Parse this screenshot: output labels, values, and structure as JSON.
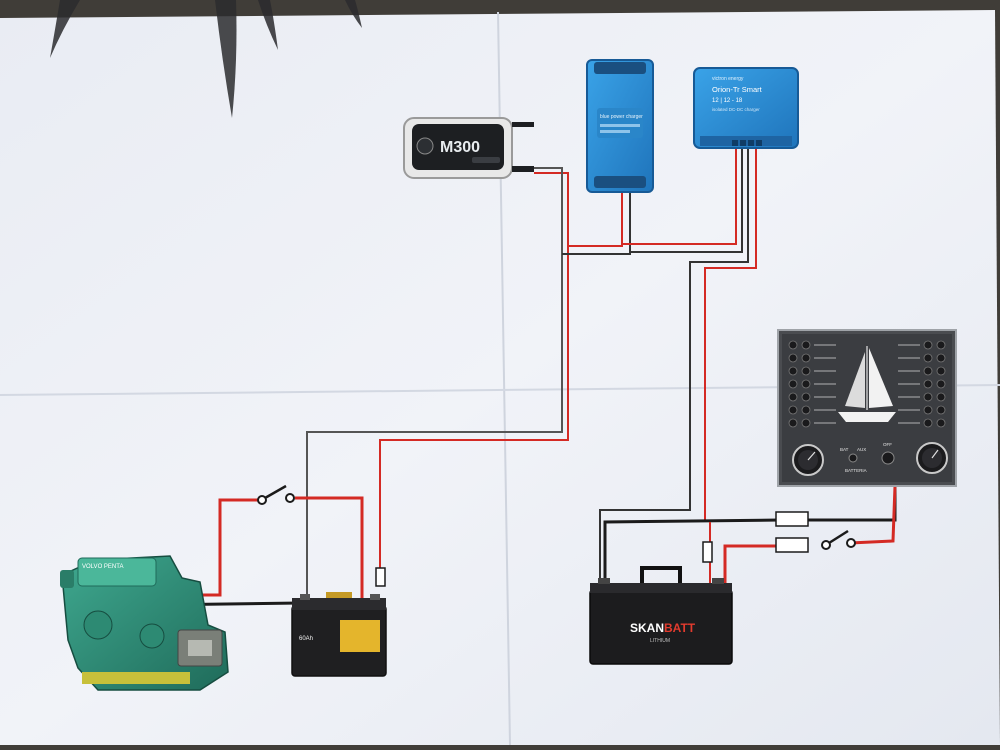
{
  "charger_m300": {
    "brand": "",
    "model": "M300"
  },
  "blue_charger": {
    "label": "blue power charger"
  },
  "orion_converter": {
    "brand": "victron energy",
    "title": "Orion-Tr Smart",
    "rating": "12 | 12 - 18",
    "subtitle": "isolated DC-DC charger"
  },
  "engine": {
    "label": "VOLVO PENTA"
  },
  "start_battery": {
    "brand": "",
    "capacity": "60Ah"
  },
  "service_battery": {
    "brand_part1": "SKAN",
    "brand_part2": "BATT",
    "type": "LITHIUM"
  },
  "switch_panel": {
    "left_label": "BAT",
    "mid_label": "AUX",
    "right_label": "OFF",
    "bottom_label": "BATTERIA"
  },
  "colors": {
    "positive_wire": "#d42a24",
    "negative_wire": "#1b1b1b",
    "paper": "#eef0f5",
    "victron_blue": "#2f8fd6"
  }
}
